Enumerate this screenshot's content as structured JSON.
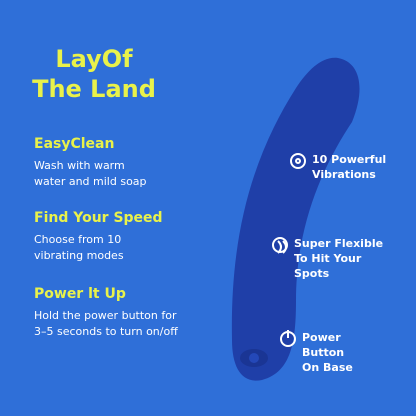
{
  "title": {
    "line1": "LayOf",
    "line2": "The Land"
  },
  "features": [
    {
      "heading": "EasyClean",
      "lines": [
        "Wash with warm",
        "water and mild soap"
      ]
    },
    {
      "heading": "Find Your Speed",
      "lines": [
        "Choose from 10",
        "vibrating modes"
      ]
    },
    {
      "heading": "Power lt Up",
      "lines": [
        "Hold the power button for",
        "3–5 seconds to turn on/off"
      ]
    }
  ],
  "callouts": [
    {
      "icon": "vibration-icon",
      "lines": [
        "10 Powerful",
        "Vibrations"
      ]
    },
    {
      "icon": "flex-icon",
      "lines": [
        "Super Flexible",
        "To Hit Your",
        "Spots"
      ]
    },
    {
      "icon": "power-icon",
      "lines": [
        "Power",
        "Button",
        "On Base"
      ]
    }
  ],
  "colors": {
    "background": "#2f6fd8",
    "accent": "#e9f24a",
    "product": "#1f3fa8",
    "text": "#ffffff"
  }
}
